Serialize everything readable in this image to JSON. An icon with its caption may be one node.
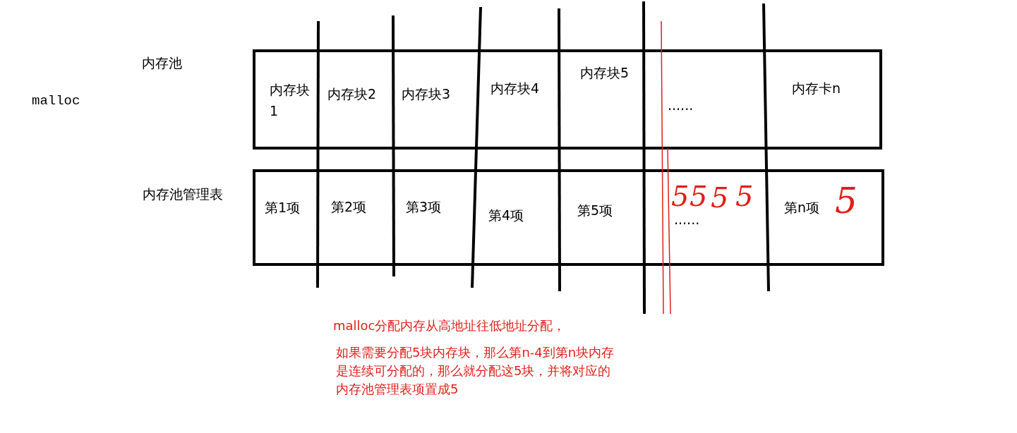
{
  "diagram": {
    "nodes": [
      {
        "text": [],
        "shape": "box"
      },
      {
        "text": [
          "内存块1"
        ],
        "in": 0
      },
      {
        "text": [
          "内存块2"
        ],
        "in": 0
      },
      {
        "text": [
          "内存块3"
        ],
        "in": 0
      },
      {
        "text": [
          "内存块4"
        ],
        "in": 0
      },
      {
        "text": [
          "内存块5"
        ],
        "in": 0
      },
      {
        "text": [
          "......"
        ],
        "in": 0
      },
      {
        "text": [
          "内存卡n"
        ],
        "in": 0
      },
      {
        "text": [],
        "shape": "box"
      },
      {
        "text": [
          "第1项"
        ],
        "in": 8
      },
      {
        "text": [
          "第2项"
        ],
        "in": 8
      },
      {
        "text": [
          "第3项"
        ],
        "in": 8
      },
      {
        "text": [
          "第4项"
        ],
        "in": 8
      },
      {
        "text": [
          "第5项"
        ],
        "in": 8
      },
      {
        "text": [
          "......"
        ],
        "in": 8
      },
      {
        "text": [
          "第n项"
        ],
        "in": 8
      }
    ],
    "labels": [
      "内存池",
      "malloc",
      "内存池管理表",
      "5",
      "5",
      "5",
      "5",
      "5",
      "malloc分配内存从高地址往低地址分配，",
      "如果需要分配5块内存块，那么第n-4到第n块内存是连续可分配的，那么就分配这5块，并将对应的内存池管理表项置成5"
    ]
  }
}
